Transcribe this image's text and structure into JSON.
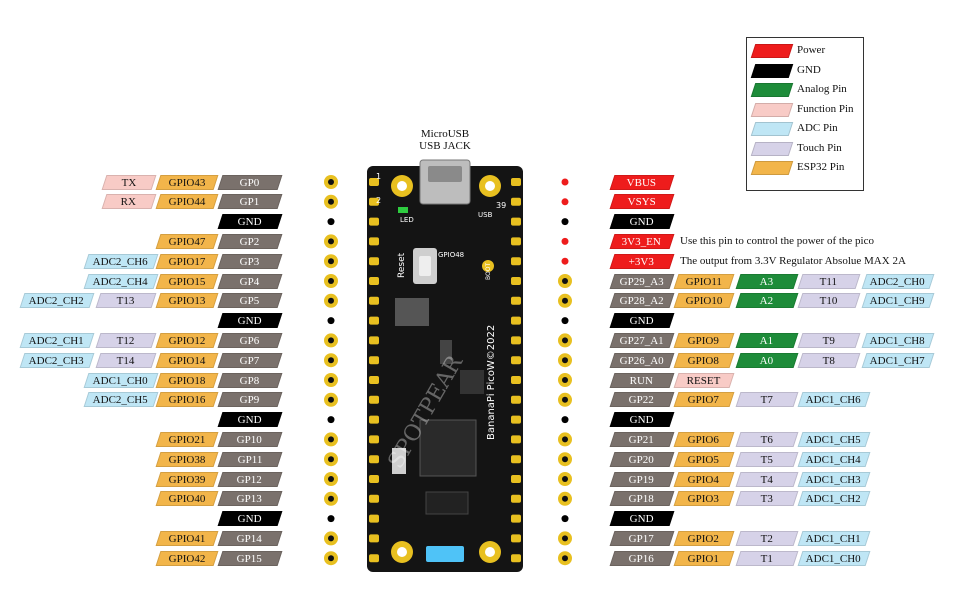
{
  "usb_title": [
    "MicroUSB",
    "USB JACK"
  ],
  "board": {
    "pin1": "1",
    "pin2": "2",
    "pin39": "39",
    "led": "LED",
    "usb": "USB",
    "reset": "Reset",
    "gpio48": "GPIO48",
    "boot": "BOOT",
    "name": "BananaPi PicoW©2022",
    "watermark": "SPOTPEAR"
  },
  "legend": [
    {
      "label": "Power",
      "color": "#ee1c1c"
    },
    {
      "label": "GND",
      "color": "#000000"
    },
    {
      "label": "Analog Pin",
      "color": "#1e8c3a"
    },
    {
      "label": "Function Pin",
      "color": "#f8cbc6"
    },
    {
      "label": "ADC Pin",
      "color": "#bfe6f5"
    },
    {
      "label": "Touch Pin",
      "color": "#d6d2e8"
    },
    {
      "label": "ESP32 Pin",
      "color": "#f2b54a"
    }
  ],
  "colors": {
    "gp": "#7a716c",
    "esp": "#f2b54a",
    "adc": "#bfe6f5",
    "touch": "#d6d2e8",
    "func": "#f8cbc6",
    "gnd": "#000000",
    "power": "#ee1c1c",
    "analog": "#1e8c3a",
    "pad": "#e8c020"
  },
  "left_pins": [
    {
      "gp": "GP0",
      "esp": "GPIO43",
      "func": "TX",
      "pad": "gold"
    },
    {
      "gp": "GP1",
      "esp": "GPIO44",
      "func": "RX",
      "pad": "gold"
    },
    {
      "gnd": "GND",
      "pad": "dot"
    },
    {
      "gp": "GP2",
      "esp": "GPIO47",
      "pad": "gold"
    },
    {
      "gp": "GP3",
      "esp": "GPIO17",
      "adc": "ADC2_CH6",
      "pad": "gold"
    },
    {
      "gp": "GP4",
      "esp": "GPIO15",
      "adc": "ADC2_CH4",
      "pad": "gold"
    },
    {
      "gp": "GP5",
      "esp": "GPIO13",
      "touch": "T13",
      "adc": "ADC2_CH2",
      "pad": "gold"
    },
    {
      "gnd": "GND",
      "pad": "dot"
    },
    {
      "gp": "GP6",
      "esp": "GPIO12",
      "touch": "T12",
      "adc": "ADC2_CH1",
      "pad": "gold"
    },
    {
      "gp": "GP7",
      "esp": "GPIO14",
      "touch": "T14",
      "adc": "ADC2_CH3",
      "pad": "gold"
    },
    {
      "gp": "GP8",
      "esp": "GPIO18",
      "adc": "ADC1_CH0",
      "pad": "gold"
    },
    {
      "gp": "GP9",
      "esp": "GPIO16",
      "adc": "ADC2_CH5",
      "pad": "gold"
    },
    {
      "gnd": "GND",
      "pad": "dot"
    },
    {
      "gp": "GP10",
      "esp": "GPIO21",
      "pad": "gold"
    },
    {
      "gp": "GP11",
      "esp": "GPIO38",
      "pad": "gold"
    },
    {
      "gp": "GP12",
      "esp": "GPIO39",
      "pad": "gold"
    },
    {
      "gp": "GP13",
      "esp": "GPIO40",
      "pad": "gold"
    },
    {
      "gnd": "GND",
      "pad": "dot"
    },
    {
      "gp": "GP14",
      "esp": "GPIO41",
      "pad": "gold"
    },
    {
      "gp": "GP15",
      "esp": "GPIO42",
      "pad": "gold"
    }
  ],
  "right_pins": [
    {
      "power": "VBUS",
      "pad": "red"
    },
    {
      "power": "VSYS",
      "pad": "red"
    },
    {
      "gnd": "GND",
      "pad": "dot"
    },
    {
      "power": "3V3_EN",
      "note": "Use this pin to control the power of the pico",
      "pad": "red"
    },
    {
      "power": "+3V3",
      "note": "The output from 3.3V Regulator Absolue MAX 2A",
      "pad": "red"
    },
    {
      "gp": "GP29_A3",
      "esp": "GPIO11",
      "analog": "A3",
      "touch": "T11",
      "adc": "ADC2_CH0",
      "pad": "gold"
    },
    {
      "gp": "GP28_A2",
      "esp": "GPIO10",
      "analog": "A2",
      "touch": "T10",
      "adc": "ADC1_CH9",
      "pad": "gold"
    },
    {
      "gnd": "GND",
      "pad": "dot"
    },
    {
      "gp": "GP27_A1",
      "esp": "GPIO9",
      "analog": "A1",
      "touch": "T9",
      "adc": "ADC1_CH8",
      "pad": "gold"
    },
    {
      "gp": "GP26_A0",
      "esp": "GPIO8",
      "analog": "A0",
      "touch": "T8",
      "adc": "ADC1_CH7",
      "pad": "gold"
    },
    {
      "gp": "RUN",
      "func": "RESET",
      "pad": "gold"
    },
    {
      "gp": "GP22",
      "esp": "GPIO7",
      "touch": "T7",
      "adc": "ADC1_CH6",
      "pad": "gold"
    },
    {
      "gnd": "GND",
      "pad": "dot"
    },
    {
      "gp": "GP21",
      "esp": "GPIO6",
      "touch": "T6",
      "adc": "ADC1_CH5",
      "pad": "gold"
    },
    {
      "gp": "GP20",
      "esp": "GPIO5",
      "touch": "T5",
      "adc": "ADC1_CH4",
      "pad": "gold"
    },
    {
      "gp": "GP19",
      "esp": "GPIO4",
      "touch": "T4",
      "adc": "ADC1_CH3",
      "pad": "gold"
    },
    {
      "gp": "GP18",
      "esp": "GPIO3",
      "touch": "T3",
      "adc": "ADC1_CH2",
      "pad": "gold"
    },
    {
      "gnd": "GND",
      "pad": "dot"
    },
    {
      "gp": "GP17",
      "esp": "GPIO2",
      "touch": "T2",
      "adc": "ADC1_CH1",
      "pad": "gold"
    },
    {
      "gp": "GP16",
      "esp": "GPIO1",
      "touch": "T1",
      "adc": "ADC1_CH0",
      "pad": "gold"
    }
  ]
}
